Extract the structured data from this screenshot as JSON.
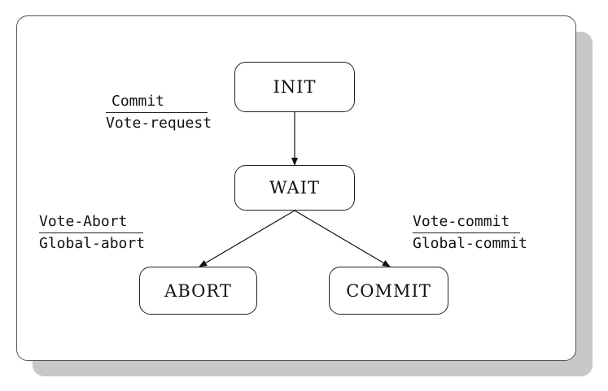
{
  "states": {
    "init": "INIT",
    "wait": "WAIT",
    "abort": "ABORT",
    "commit": "COMMIT"
  },
  "transitions": {
    "init_to_wait": {
      "event": "Commit",
      "action": "Vote-request"
    },
    "wait_to_abort": {
      "event": "Vote-Abort",
      "action": "Global-abort"
    },
    "wait_to_commit": {
      "event": "Vote-commit",
      "action": "Global-commit"
    }
  }
}
